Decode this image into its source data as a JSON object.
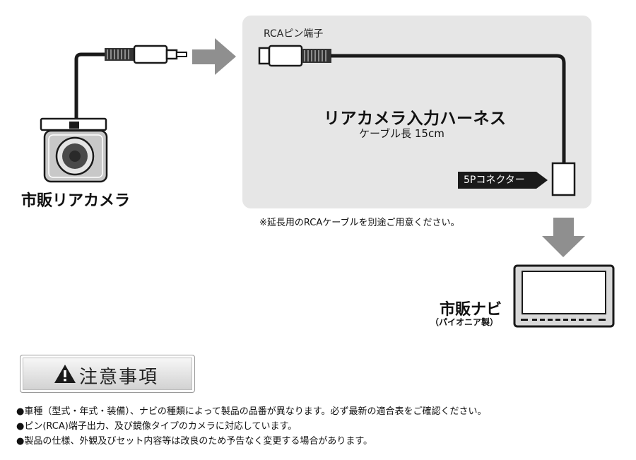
{
  "diagram": {
    "rca_terminal_label": "RCAピン端子",
    "product_name": "リアカメラ入力ハーネス",
    "cable_length": "ケーブル長 15cm",
    "connector_label": "5Pコネクター",
    "rca_cable_note": "※延長用のRCAケーブルを別途ご用意ください。",
    "camera_label": "市販リアカメラ",
    "navi_label": "市販ナビ",
    "navi_sub_label": "（パイオニア製）"
  },
  "caution": {
    "title": "注意事項",
    "icon": "warning-triangle-icon",
    "items": [
      "●車種（型式・年式・装備）、ナビの種類によって製品の品番が異なります。必ず最新の適合表をご確認ください。",
      "●ピン(RCA)端子出力、及び鏡像タイプのカメラに対応しています。",
      "●製品の仕様、外観及びセット内容等は改良のため予告なく変更する場合があります。"
    ]
  },
  "colors": {
    "panel": "#e6e6e6",
    "arrow": "#8f8f8f",
    "cable": "#1a1a1a",
    "connector_tag": "#1a1a1a"
  }
}
